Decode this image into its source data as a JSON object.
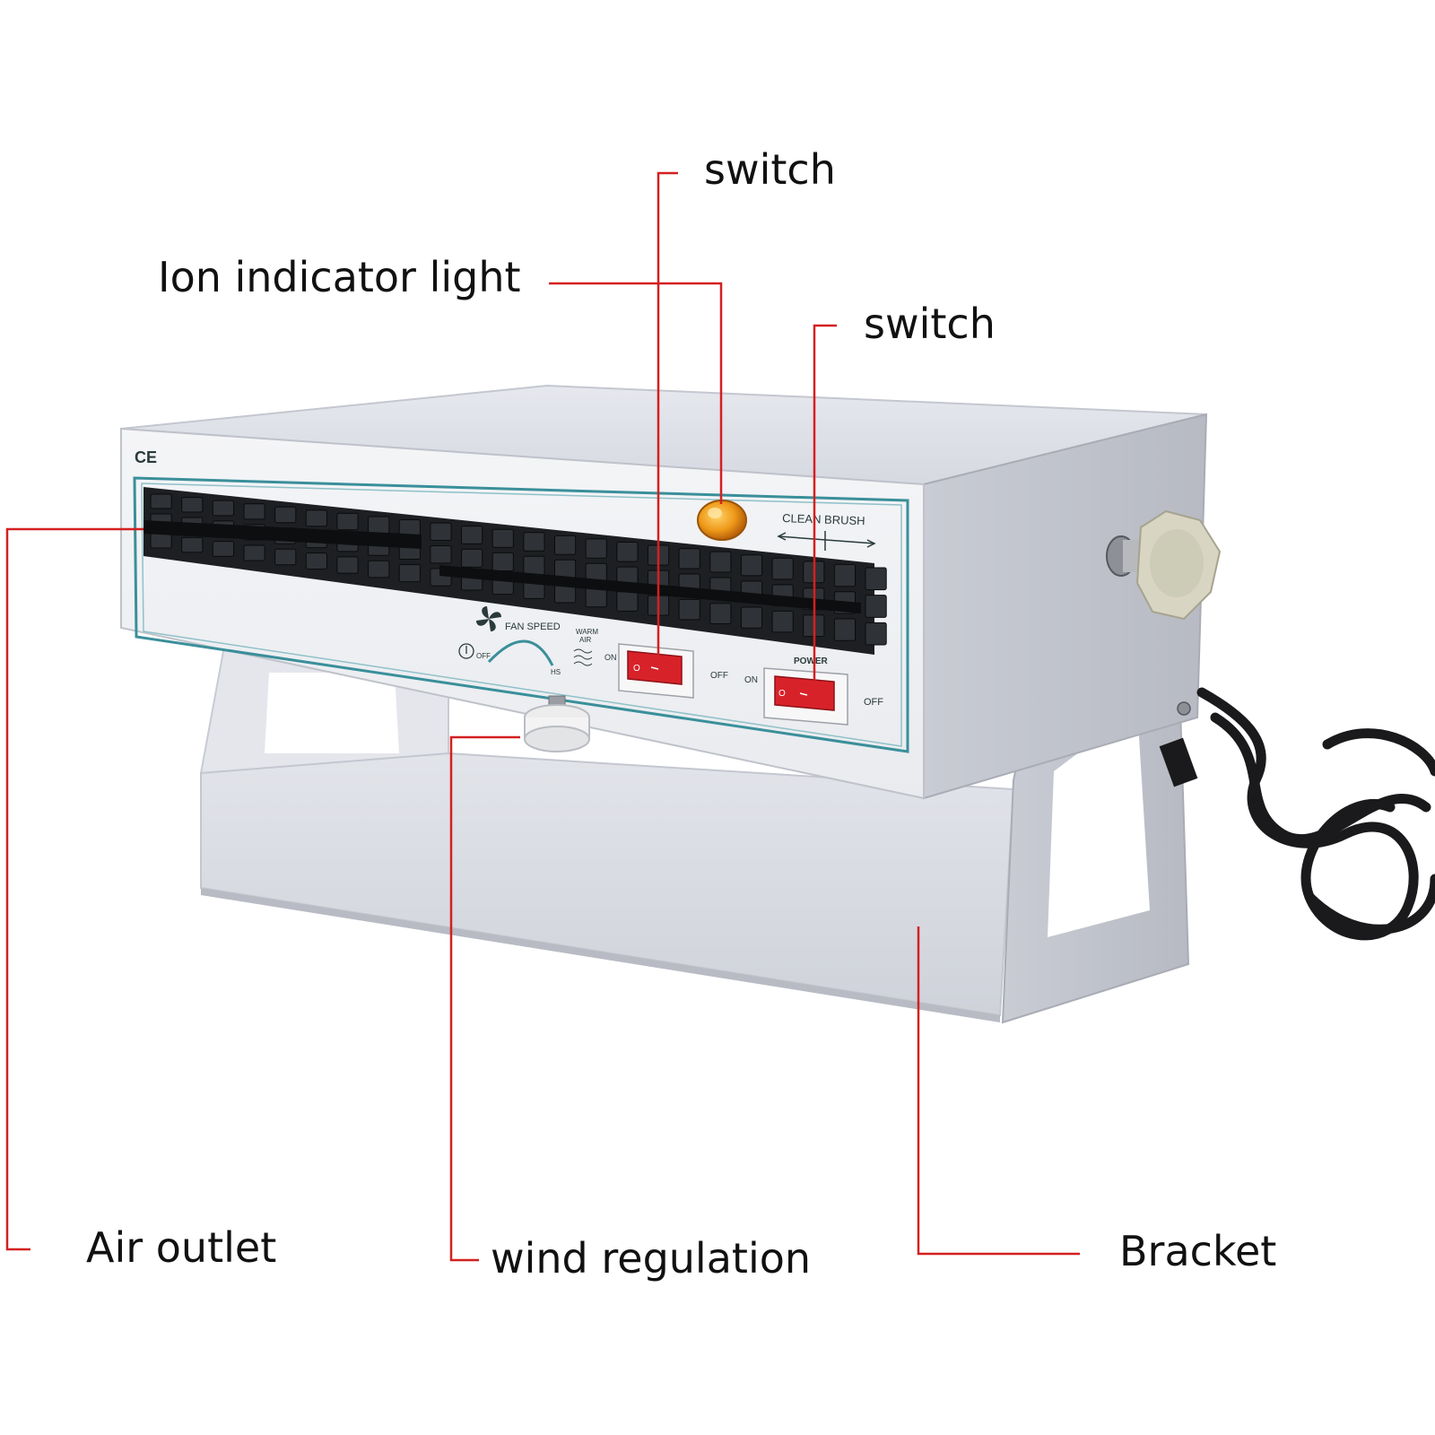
{
  "callouts": {
    "switch_top": "switch",
    "ion_indicator": "Ion indicator light",
    "switch_right": "switch",
    "air_outlet": "Air outlet",
    "wind_regulation": "wind regulation",
    "bracket": "Bracket"
  },
  "panel": {
    "ce_mark": "CE",
    "clean_brush": "CLEAN BRUSH",
    "fan_speed": "FAN SPEED",
    "warm_air_1": "WARM",
    "warm_air_2": "AIR",
    "off_left": "OFF",
    "hs": "HS",
    "on_1": "ON",
    "off_1": "OFF",
    "on_2": "ON",
    "power": "POWER",
    "off_2": "OFF"
  },
  "colors": {
    "leader_line": "#d42020",
    "switch_red": "#d8222a",
    "indicator_amber": "#e98a10",
    "panel_trim": "#3a8f9a",
    "housing": "#d8dbe2"
  },
  "icons": [
    "ce-mark-icon",
    "fan-icon",
    "power-symbol-icon",
    "warm-air-icon",
    "power-cord-icon",
    "knob-icon"
  ]
}
